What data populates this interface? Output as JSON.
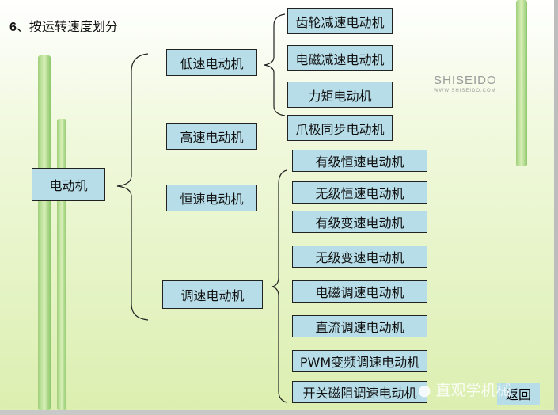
{
  "title": {
    "number": "6",
    "text": "、按运转速度划分"
  },
  "root": "电动机",
  "level1": [
    "低速电动机",
    "高速电动机",
    "恒速电动机",
    "调速电动机"
  ],
  "low_speed_children": [
    "齿轮减速电动机",
    "电磁减速电动机",
    "力矩电动机",
    "爪极同步电动机"
  ],
  "speed_children": [
    "有级恒速电动机",
    "无级恒速电动机",
    "有级变速电动机",
    "无级变速电动机",
    "电磁调速电动机",
    "直流调速电动机",
    "PWM变频调速电动机",
    "开关磁阻调速电动机"
  ],
  "logo": {
    "brand": "SHISEIDO",
    "url": "WWW.SHISEIDO.COM"
  },
  "watermark": "直观学机械",
  "back_button": "返回",
  "colors": {
    "box": "#b7dde8",
    "background": "#e6f4c8"
  }
}
